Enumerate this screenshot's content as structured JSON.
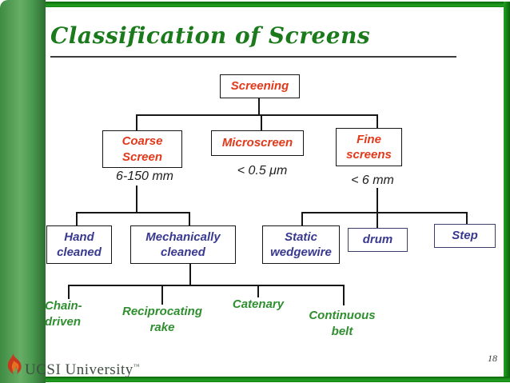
{
  "title": "Classification of Screens",
  "page_number": "18",
  "logo": {
    "icon": "flame-icon",
    "text": "UCSI University",
    "trademark": "™"
  },
  "colors": {
    "frame_green": "#169016",
    "sidebar_green": "#4f9e52",
    "title_green": "#1b7a1b",
    "node_text_red": "#e2391b",
    "node_text_navy": "#39398f",
    "leaf_text_green": "#2f8f2f",
    "measure_text": "#1f1f1f",
    "connector_black": "#161616"
  },
  "tree": {
    "root": {
      "label": "Screening"
    },
    "level2": [
      {
        "label": "Coarse\nScreen",
        "measure": "6-150 mm"
      },
      {
        "label": "Microscreen",
        "measure": "< 0.5 μm"
      },
      {
        "label": "Fine\nscreens",
        "measure": "< 6 mm"
      }
    ],
    "level3": [
      {
        "label": "Hand\ncleaned"
      },
      {
        "label": "Mechanically\ncleaned"
      },
      {
        "label": "Static\nwedgewire"
      },
      {
        "label": "drum"
      },
      {
        "label": "Step"
      }
    ],
    "level4": [
      {
        "label": "Chain-\ndriven"
      },
      {
        "label": "Reciprocating\nrake"
      },
      {
        "label": "Catenary"
      },
      {
        "label": "Continuous\nbelt"
      }
    ]
  }
}
